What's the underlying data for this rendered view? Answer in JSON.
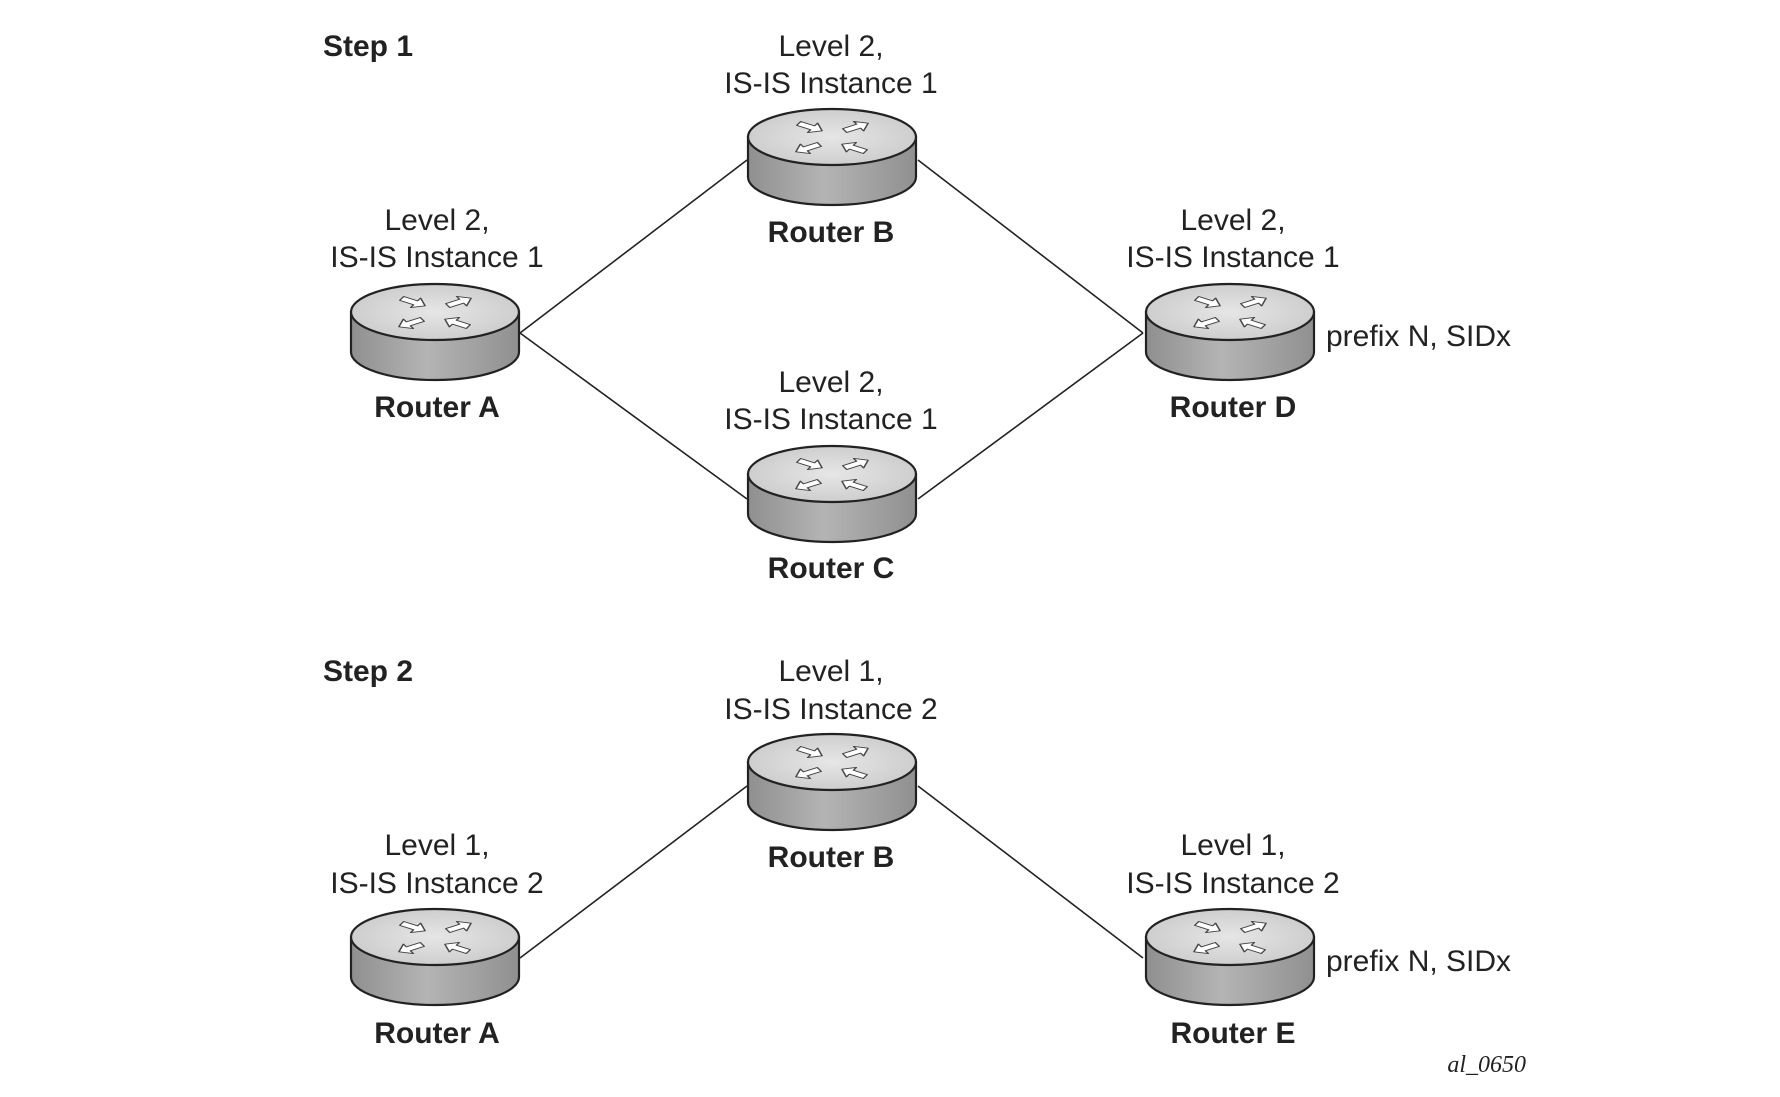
{
  "steps": [
    {
      "label": "Step 1",
      "routers": [
        {
          "id": "A",
          "name": "Router A",
          "level": "Level 2,",
          "instance": "IS-IS Instance 1",
          "prefix": ""
        },
        {
          "id": "B",
          "name": "Router B",
          "level": "Level 2,",
          "instance": "IS-IS Instance 1",
          "prefix": ""
        },
        {
          "id": "C",
          "name": "Router C",
          "level": "Level 2,",
          "instance": "IS-IS Instance 1",
          "prefix": ""
        },
        {
          "id": "D",
          "name": "Router D",
          "level": "Level 2,",
          "instance": "IS-IS Instance 1",
          "prefix": "prefix N, SIDx"
        }
      ],
      "links": [
        [
          "A",
          "B"
        ],
        [
          "A",
          "C"
        ],
        [
          "B",
          "D"
        ],
        [
          "C",
          "D"
        ]
      ]
    },
    {
      "label": "Step 2",
      "routers": [
        {
          "id": "A",
          "name": "Router A",
          "level": "Level 1,",
          "instance": "IS-IS Instance 2",
          "prefix": ""
        },
        {
          "id": "B",
          "name": "Router B",
          "level": "Level 1,",
          "instance": "IS-IS Instance 2",
          "prefix": ""
        },
        {
          "id": "E",
          "name": "Router E",
          "level": "Level 1,",
          "instance": "IS-IS Instance 2",
          "prefix": "prefix N, SIDx"
        }
      ],
      "links": [
        [
          "A",
          "B"
        ],
        [
          "B",
          "E"
        ]
      ]
    }
  ],
  "figure_id": "al_0650",
  "colors": {
    "router_fill": "#a9a9a9",
    "router_top": "#d7d7d7",
    "line": "#222222",
    "text": "#222222"
  }
}
